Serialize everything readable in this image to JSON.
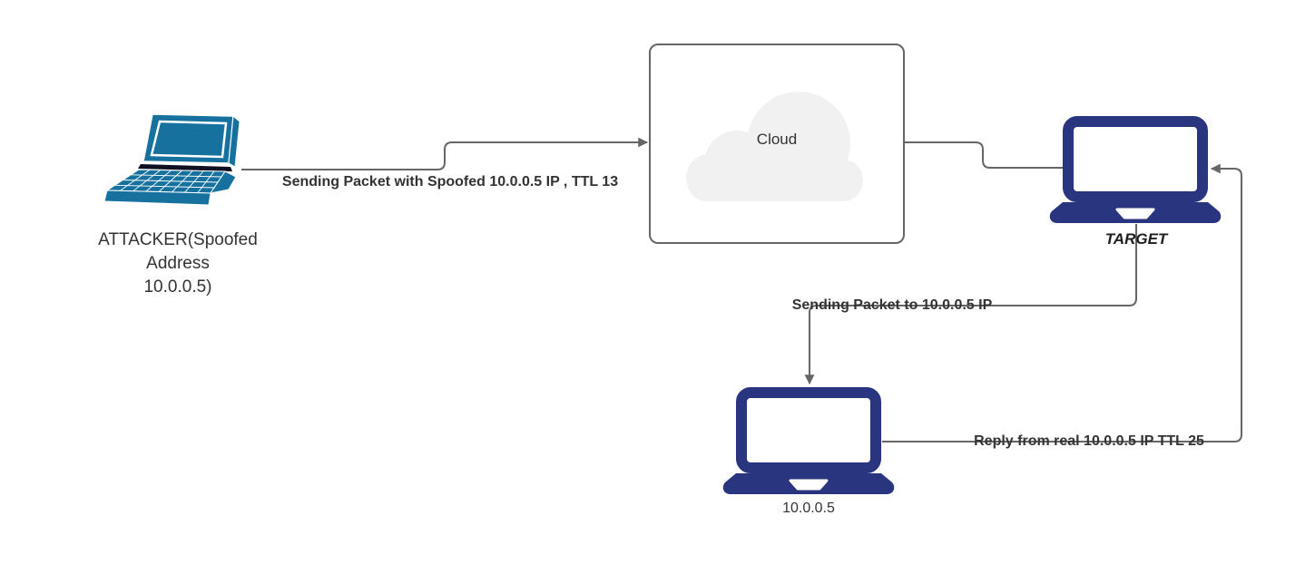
{
  "diagram": {
    "background": "#ffffff",
    "colors": {
      "connector": "#666666",
      "attacker_laptop": "#17719F",
      "laptop_navy": "#2A3580",
      "cloud_fill": "#F1F1F1",
      "cloud_border": "#666666",
      "text": "#333333"
    },
    "nodes": {
      "attacker": {
        "lines": [
          "ATTACKER(Spoofed",
          "Address",
          "10.0.0.5)"
        ]
      },
      "cloud": {
        "label": "Cloud"
      },
      "target": {
        "label": "TARGET"
      },
      "real_host": {
        "label": "10.0.0.5"
      }
    },
    "edges": {
      "spoofed_packet": {
        "label": "Sending Packet with Spoofed 10.0.0.5 IP , TTL 13",
        "from": "attacker",
        "to": "cloud"
      },
      "cloud_to_target": {
        "label": "",
        "from": "cloud",
        "to": "target"
      },
      "to_real": {
        "label": "Sending Packet to 10.0.0.5 IP",
        "from": "target",
        "to": "real_host"
      },
      "reply": {
        "label": "Reply from real 10.0.0.5 IP TTL 25",
        "from": "real_host",
        "to": "target"
      }
    }
  }
}
